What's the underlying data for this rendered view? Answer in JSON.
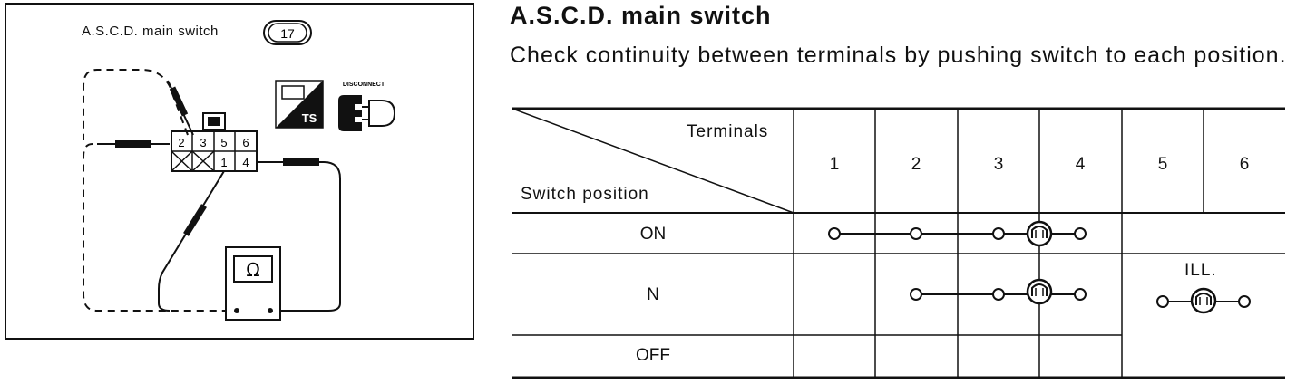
{
  "diagram": {
    "label": "A.S.C.D. main switch",
    "connector_number": "17",
    "connector_terminals_top": [
      "2",
      "3",
      "5",
      "6"
    ],
    "connector_terminals_bottom": [
      "1",
      "4"
    ],
    "meter_symbol": "Ω",
    "ts_badge": "TS",
    "disconnect_label": "DISCONNECT"
  },
  "section": {
    "title": "A.S.C.D. main switch",
    "description": "Check continuity between terminals by pushing switch to each position."
  },
  "table": {
    "header_terminals": "Terminals",
    "header_switch_position": "Switch position",
    "columns": [
      "1",
      "2",
      "3",
      "4",
      "5",
      "6"
    ],
    "rows": [
      {
        "position": "ON"
      },
      {
        "position": "N"
      },
      {
        "position": "OFF"
      }
    ],
    "ill_label": "ILL."
  }
}
